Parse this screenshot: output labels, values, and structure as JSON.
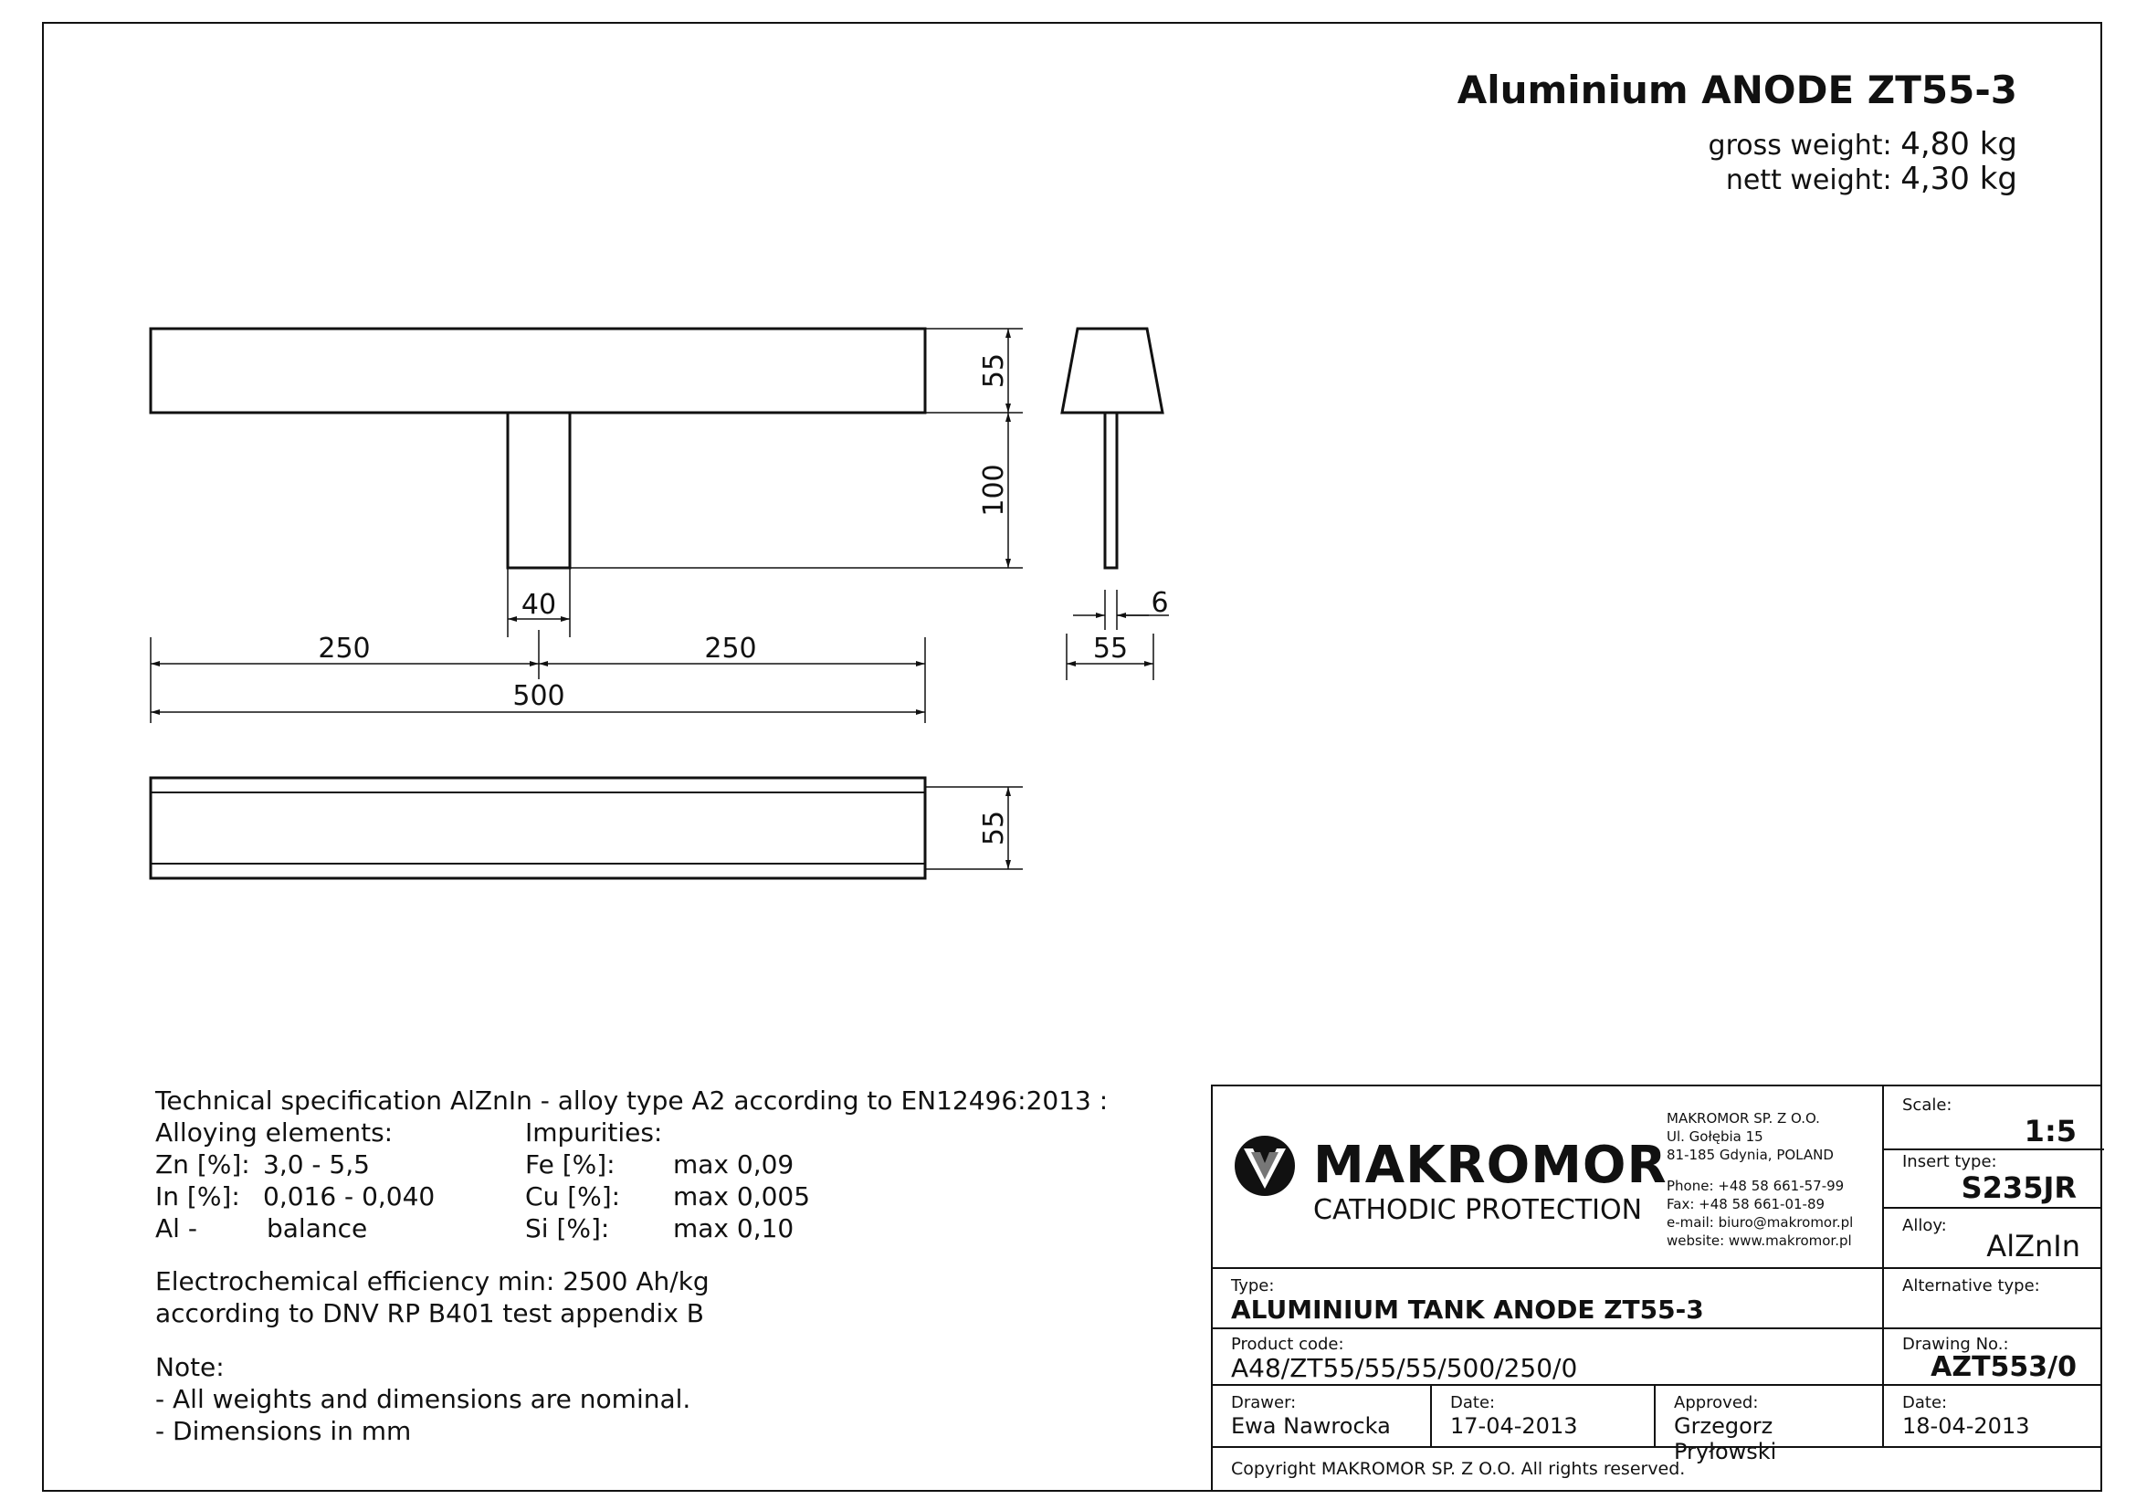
{
  "header": {
    "title": "Aluminium ANODE ZT55-3",
    "gross_label": "gross weight:",
    "gross_value": "4,80 kg",
    "nett_label": "nett weight:",
    "nett_value": "4,30 kg"
  },
  "dimensions": {
    "top_height": "55",
    "stem_height": "100",
    "stem_width": "40",
    "left_half": "250",
    "right_half": "250",
    "total_length": "500",
    "side_stem": "6",
    "side_width": "55",
    "bottom_height": "55"
  },
  "spec": {
    "heading": "Technical specification AlZnIn - alloy type A2 according to EN12496:2013 :",
    "alloying_heading": "Alloying elements:",
    "impurities_heading": "Impurities:",
    "alloying": [
      {
        "name": "Zn [%]:",
        "value": "3,0 - 5,5"
      },
      {
        "name": "In [%]:",
        "value": "0,016 - 0,040"
      },
      {
        "name": "Al -",
        "value": "balance"
      }
    ],
    "impurities": [
      {
        "name": "Fe [%]:",
        "value": "max 0,09"
      },
      {
        "name": "Cu [%]:",
        "value": "max 0,005"
      },
      {
        "name": "Si [%]:",
        "value": "max 0,10"
      }
    ],
    "efficiency_1": "Electrochemical efficiency min: 2500 Ah/kg",
    "efficiency_2": "according to DNV  RP B401 test appendix B",
    "note_heading": "Note:",
    "notes": [
      "- All weights and dimensions are nominal.",
      "- Dimensions in mm"
    ]
  },
  "title_block": {
    "company": "MAKROMOR",
    "division": "CATHODIC PROTECTION",
    "address": [
      "MAKROMOR SP. Z O.O.",
      "Ul. Gołębia 15",
      "81-185 Gdynia, POLAND",
      "Phone: +48 58 661-57-99",
      "Fax: +48 58 661-01-89",
      "e-mail: biuro@makromor.pl",
      "website: www.makromor.pl"
    ],
    "scale_label": "Scale:",
    "scale_value": "1:5",
    "insert_label": "Insert type:",
    "insert_value": "S235JR",
    "alloy_label": "Alloy:",
    "alloy_value": "AlZnIn",
    "type_label": "Type:",
    "type_value": "ALUMINIUM TANK ANODE ZT55-3",
    "alt_label": "Alternative type:",
    "product_label": "Product code:",
    "product_value": "A48/ZT55/55/55/500/250/0",
    "drawing_label": "Drawing No.:",
    "drawing_value": "AZT553/0",
    "drawer_label": "Drawer:",
    "drawer_value": "Ewa Nawrocka",
    "date1_label": "Date:",
    "date1_value": "17-04-2013",
    "approved_label": "Approved:",
    "approved_value": "Grzegorz Pryłowski",
    "date2_label": "Date:",
    "date2_value": "18-04-2013",
    "copyright": "Copyright MAKROMOR SP. Z O.O. All rights reserved."
  }
}
